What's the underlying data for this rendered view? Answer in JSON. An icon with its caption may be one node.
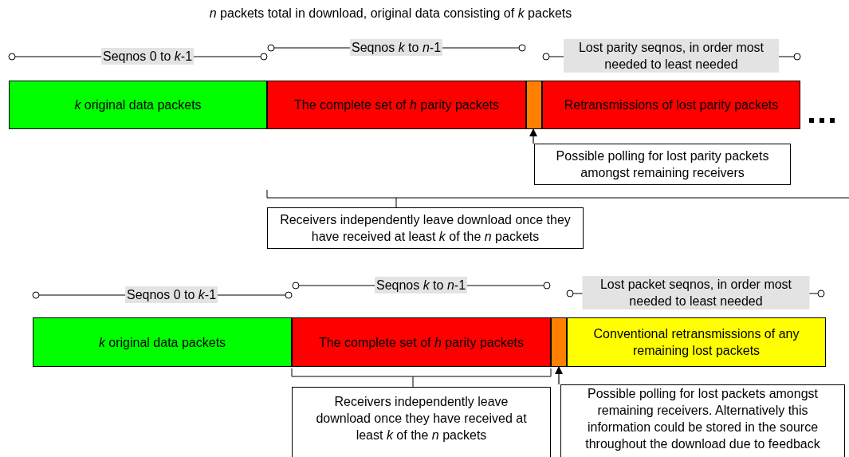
{
  "diagram": {
    "title": "*n* packets total in download, original data consisting of *k* packets",
    "nodes": [
      {
        "text": [
          "*k* original data packets"
        ]
      },
      {
        "text": [
          "The complete set of *h* parity packets"
        ]
      },
      {
        "text": [],
        "shape": "box"
      },
      {
        "text": [
          "Retransmissions of lost parity packets"
        ]
      },
      {
        "text": [
          "Possible polling for lost parity packets amongst remaining receivers"
        ]
      },
      {
        "text": [
          "Receivers independently leave download once they have received at least *k* of the *n* packets"
        ]
      },
      {
        "text": [
          "*k* original data packets"
        ]
      },
      {
        "text": [
          "The complete set of *h* parity packets"
        ]
      },
      {
        "text": [],
        "shape": "box"
      },
      {
        "text": [
          "Conventional retransmissions of any remaining lost packets"
        ]
      },
      {
        "text": [
          "Receivers independently leave download once they have received at least *k* of the *n* packets"
        ]
      },
      {
        "text": [
          "Possible polling for lost packets amongst remaining receivers. Alternatively this information could be stored in the source throughout the download due to feedback"
        ]
      }
    ],
    "edges": [
      {
        "from": 4,
        "to": 2,
        "arrow": "to"
      },
      {
        "from": 11,
        "to": 8,
        "arrow": "to"
      }
    ],
    "labels": [
      "Seqnos 0 to *k*-1",
      "Seqnos *k* to *n*-1",
      "Lost parity seqnos, in order most needed to least needed",
      "Seqnos 0 to *k*-1",
      "Seqnos *k* to *n*-1",
      "Lost packet seqnos, in order most needed to least needed"
    ]
  }
}
